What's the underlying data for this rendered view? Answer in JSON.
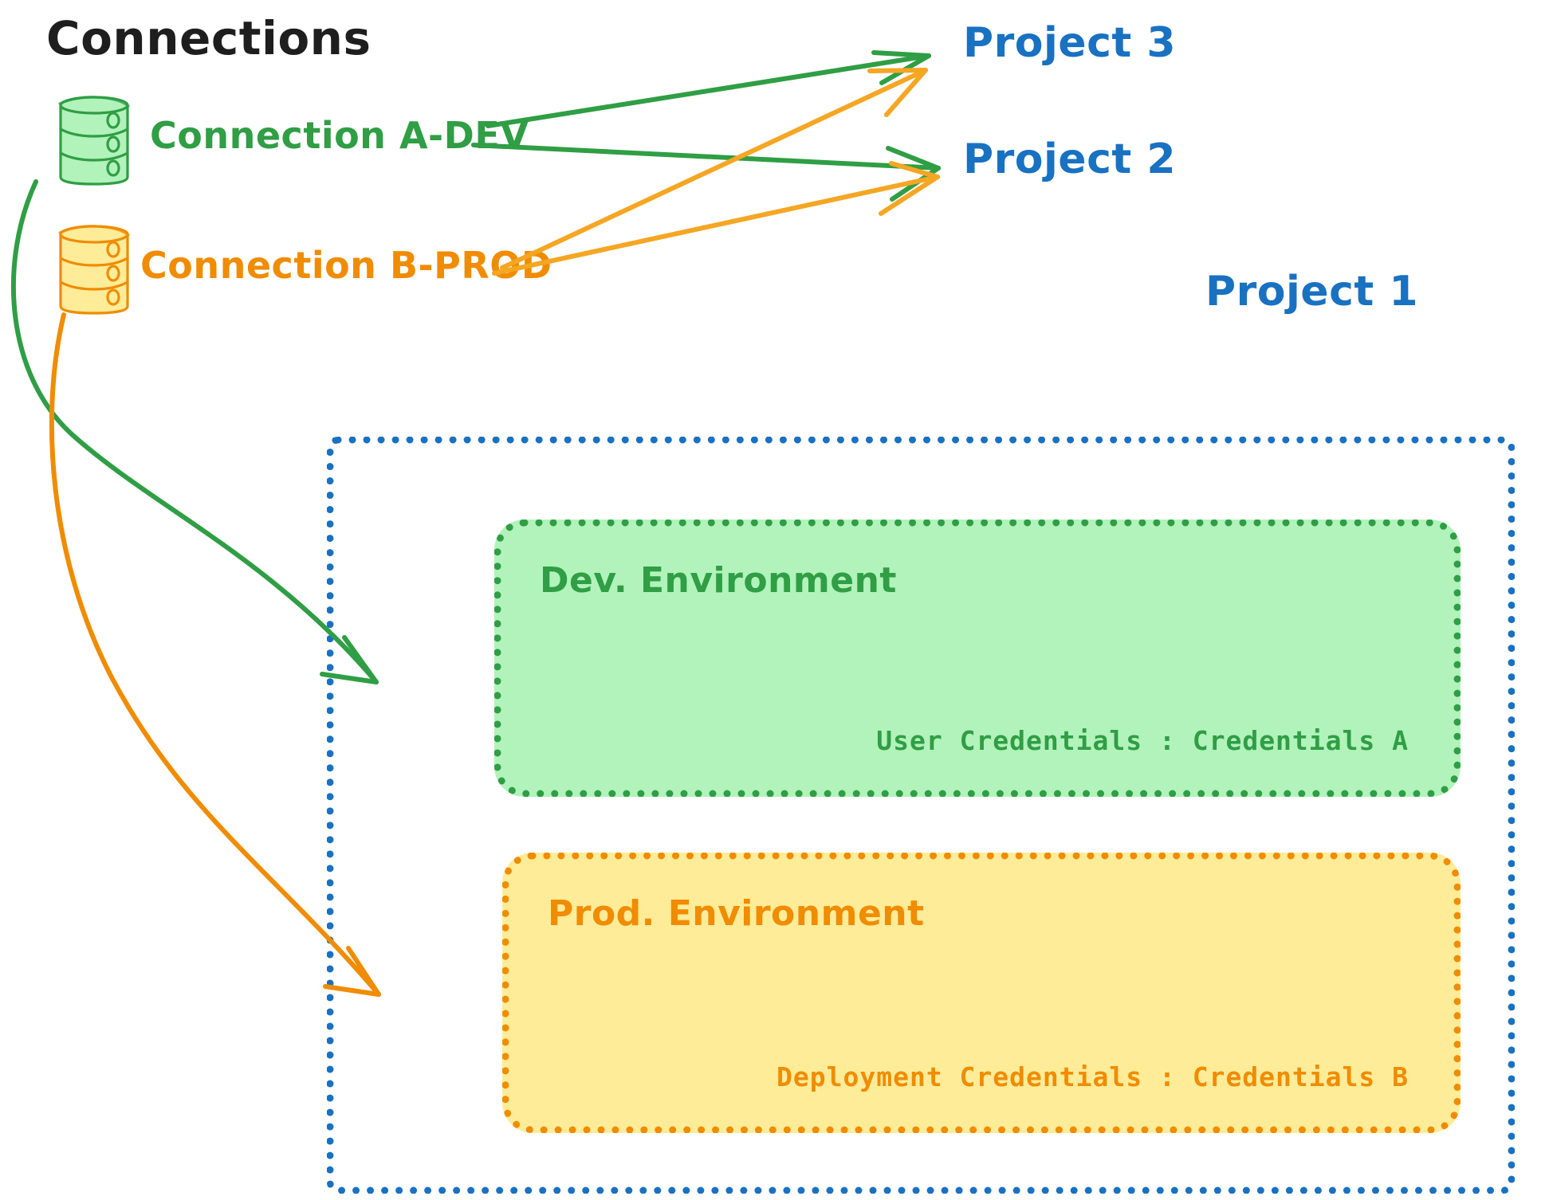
{
  "diagram": {
    "title": "Connections",
    "title_color": "#1e1e1e",
    "background": "#ffffff"
  },
  "connections": [
    {
      "id": "a-dev",
      "label": "Connection A-DEV",
      "color": "#2f9e44",
      "fill": "#b2f2bb",
      "icon": "database-cylinder-icon",
      "targets": [
        "Project 3",
        "Project 2",
        "Dev. Environment"
      ]
    },
    {
      "id": "b-prod",
      "label": "Connection B-PROD",
      "color": "#f08c00",
      "fill": "#ffec99",
      "icon": "database-cylinder-icon",
      "targets": [
        "Project 3",
        "Project 2",
        "Prod. Environment"
      ]
    }
  ],
  "projects": [
    {
      "id": "project-3",
      "label": "Project 3",
      "color": "#1971c2"
    },
    {
      "id": "project-2",
      "label": "Project 2",
      "color": "#1971c2"
    },
    {
      "id": "project-1",
      "label": "Project 1",
      "color": "#1971c2"
    }
  ],
  "project1_container": {
    "label": "Project 1",
    "border_color": "#1971c2",
    "border_style": "dotted"
  },
  "environments": [
    {
      "id": "dev",
      "title": "Dev. Environment",
      "credentials": "User Credentials : Credentials A",
      "credentials_key": "User Credentials",
      "credentials_value": "Credentials A",
      "fill": "#b2f2bb",
      "border_color": "#2f9e44",
      "border_style": "dotted"
    },
    {
      "id": "prod",
      "title": "Prod. Environment",
      "credentials": "Deployment Credentials : Credentials B",
      "credentials_key": "Deployment Credentials",
      "credentials_value": "Credentials B",
      "fill": "#ffec99",
      "border_color": "#f08c00",
      "border_style": "dotted"
    }
  ],
  "arrows": [
    {
      "from": "Connection A-DEV",
      "to": "Project 3",
      "color": "#2f9e44",
      "style": "straight"
    },
    {
      "from": "Connection A-DEV",
      "to": "Project 2",
      "color": "#2f9e44",
      "style": "straight"
    },
    {
      "from": "Connection B-PROD",
      "to": "Project 3",
      "color": "#f5a623",
      "style": "straight"
    },
    {
      "from": "Connection B-PROD",
      "to": "Project 2",
      "color": "#f5a623",
      "style": "straight"
    },
    {
      "from": "Connection A-DEV",
      "to": "Dev. Environment",
      "color": "#2f9e44",
      "style": "curved"
    },
    {
      "from": "Connection B-PROD",
      "to": "Prod. Environment",
      "color": "#f08c00",
      "style": "curved"
    }
  ],
  "palette": {
    "green_stroke": "#2f9e44",
    "green_fill": "#b2f2bb",
    "orange_stroke": "#f08c00",
    "orange_arrow": "#f5a623",
    "orange_fill": "#ffec99",
    "blue": "#1971c2",
    "black": "#1e1e1e"
  }
}
